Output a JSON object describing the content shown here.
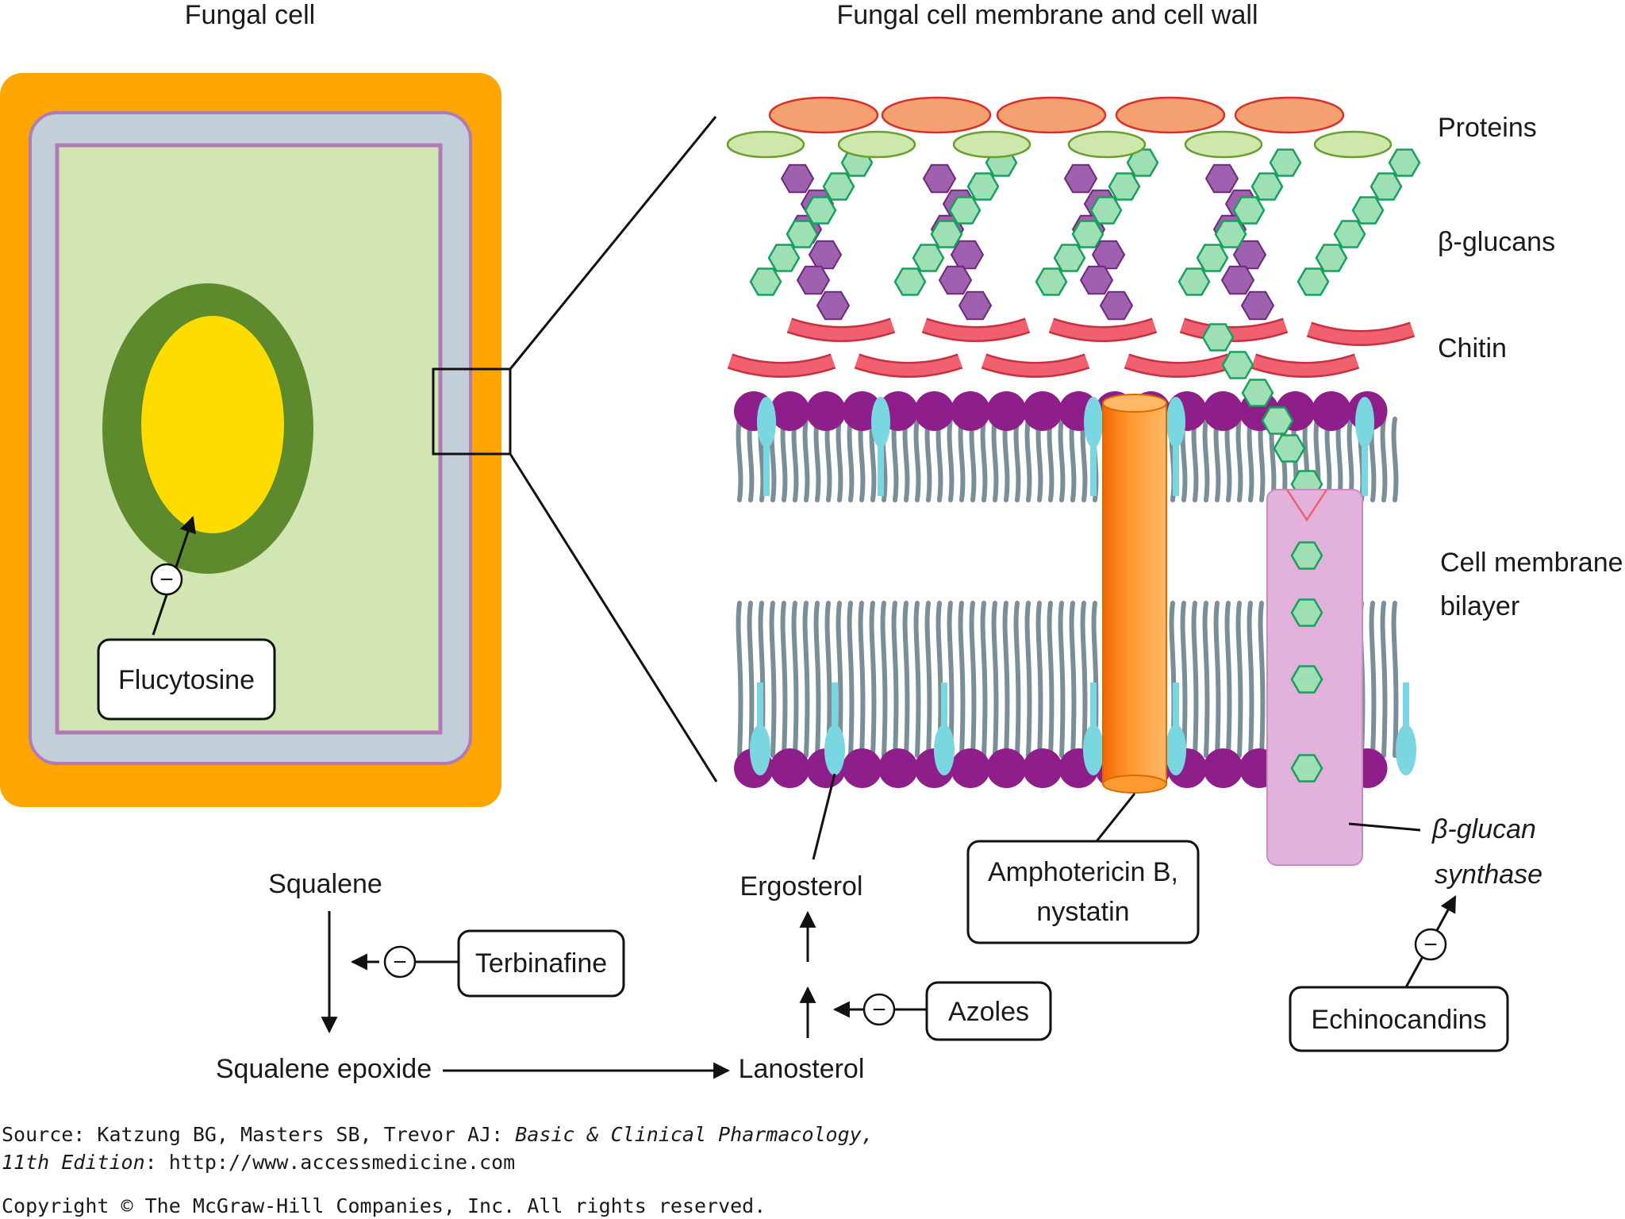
{
  "titles": {
    "fungal_cell": "Fungal cell",
    "membrane_wall": "Fungal cell membrane and cell wall"
  },
  "layers": {
    "proteins": "Proteins",
    "beta_glucans": "β-glucans",
    "chitin": "Chitin",
    "membrane_line1": "Cell membrane",
    "membrane_line2": "bilayer"
  },
  "drugs": {
    "flucytosine": "Flucytosine",
    "terbinafine": "Terbinafine",
    "azoles": "Azoles",
    "amphotericin_line1": "Amphotericin B,",
    "amphotericin_line2": "nystatin",
    "echinocandins": "Echinocandins"
  },
  "enzyme": {
    "line1": "β-glucan",
    "line2": "synthase"
  },
  "pathway": {
    "squalene": "Squalene",
    "squalene_epoxide": "Squalene epoxide",
    "lanosterol": "Lanosterol",
    "ergosterol": "Ergosterol"
  },
  "inhibition_symbol": "−",
  "source": {
    "prefix": "Source: Katzung BG, Masters SB, Trevor AJ: ",
    "book_title": "Basic & Clinical Pharmacology,",
    "edition": "11th Edition",
    "url": ": http://www.accessmedicine.com",
    "copyright": "Copyright © The McGraw-Hill Companies, Inc. All rights reserved."
  },
  "colors": {
    "cell_wall": "#FFA500",
    "periplasm": "#C2CFD9",
    "membrane": "#B07CB8",
    "cytoplasm": "#D2E6B4",
    "nucleus_envelope": "#5E8A2E",
    "nucleus": "#FFDC00",
    "protein_outer": "#F4A070",
    "protein_inner": "#CDE8AA",
    "glucan": "#9EE0B4",
    "chitin_hex": "#A060B0",
    "chitin_arc": "#F06070",
    "lipid_head": "#8E1E8A",
    "lipid_tail": "#7A8E98",
    "ergosterol": "#7AD6E0",
    "amphotericin": "#FF8C1A",
    "synthase": "#E2B2DC"
  }
}
